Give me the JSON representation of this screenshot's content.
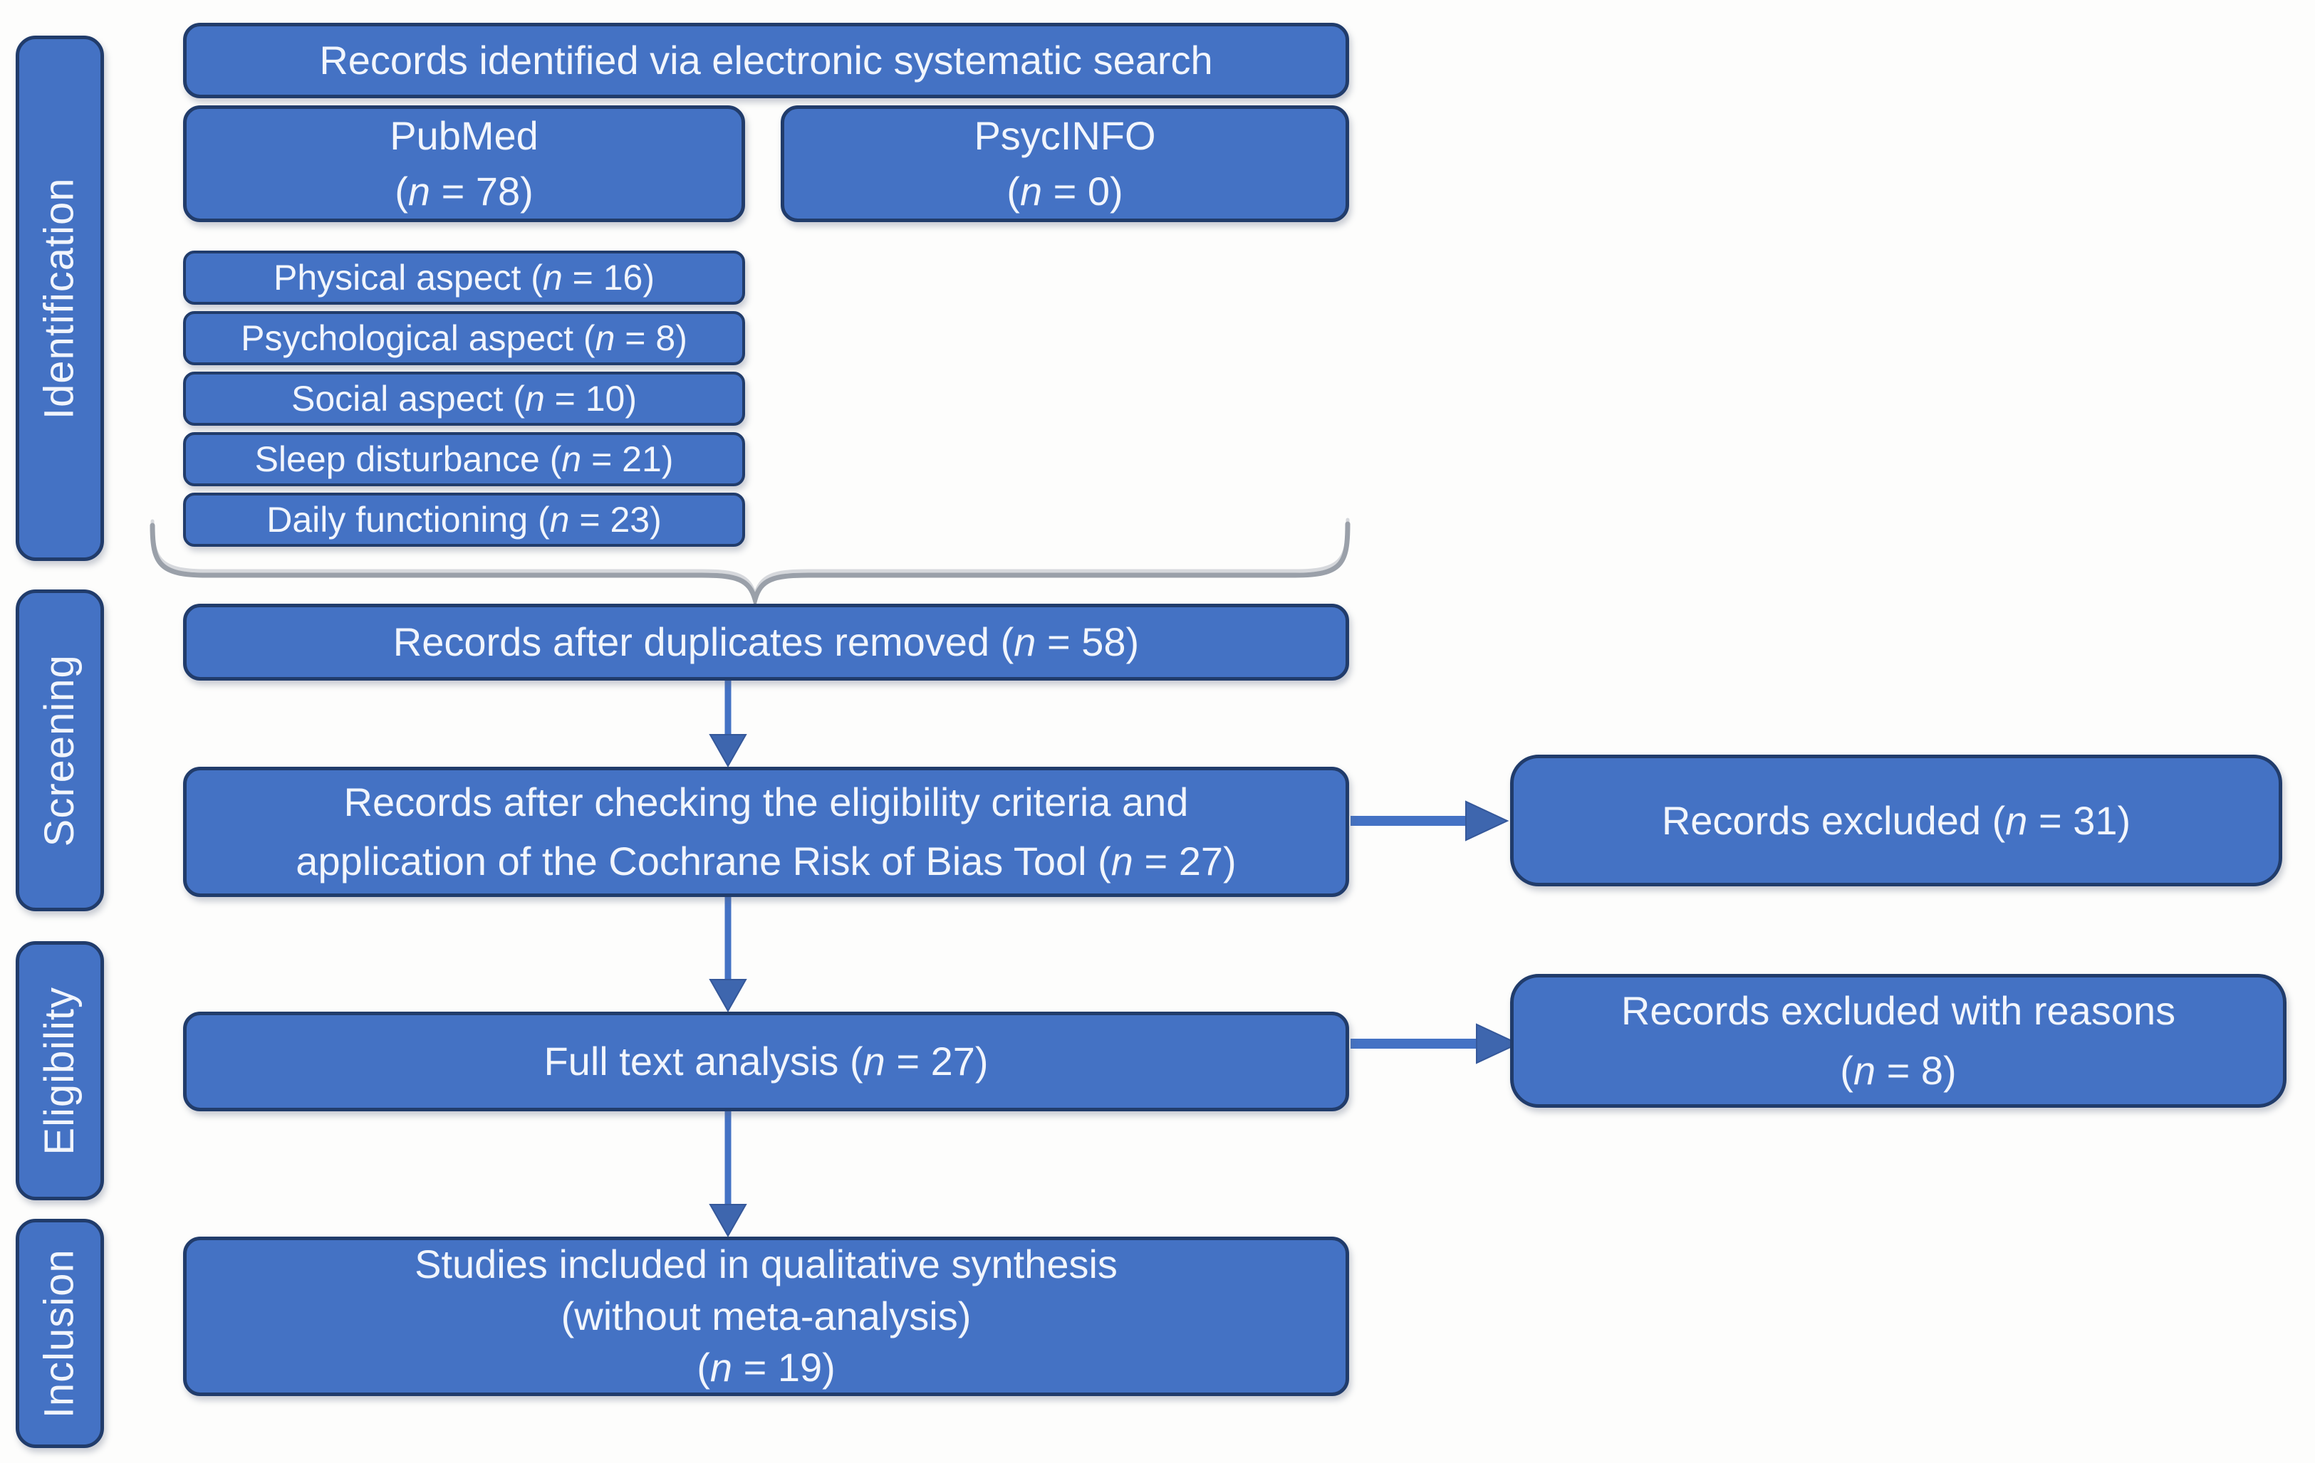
{
  "figure": {
    "kind": "PRISMA flow diagram",
    "colors": {
      "box_fill": "#4472C4",
      "box_border": "#213C6B",
      "text": "#F1F5FC",
      "arrow": "#4472C4",
      "brace": "#9AA0A9",
      "background": "#FDFDFC"
    }
  },
  "sidebar": {
    "items": [
      {
        "label": "Identification"
      },
      {
        "label": "Screening"
      },
      {
        "label": "Eligibility"
      },
      {
        "label": "Inclusion"
      }
    ]
  },
  "flow": {
    "identified": {
      "text": "Records identified via electronic systematic search"
    },
    "pubmed": {
      "line1": "PubMed",
      "pre": "(",
      "n": "n",
      "post": " = 78)"
    },
    "psycinfo": {
      "line1": "PsycINFO",
      "pre": "(",
      "n": "n",
      "post": " = 0)"
    },
    "aspects": [
      {
        "pre": "Physical aspect (",
        "n": "n",
        "post": " = 16)"
      },
      {
        "pre": "Psychological aspect (",
        "n": "n",
        "post": " = 8)"
      },
      {
        "pre": "Social aspect (",
        "n": "n",
        "post": " = 10)"
      },
      {
        "pre": "Sleep disturbance (",
        "n": "n",
        "post": " = 21)"
      },
      {
        "pre": "Daily functioning (",
        "n": "n",
        "post": " = 23)"
      }
    ],
    "duplicates": {
      "pre": "Records after duplicates removed (",
      "n": "n",
      "post": " = 58)"
    },
    "screened": {
      "line1": "Records after checking the eligibility criteria and",
      "pre": "application of the Cochrane Risk of Bias Tool (",
      "n": "n",
      "post": " = 27)"
    },
    "excluded": {
      "pre": "Records excluded (",
      "n": "n",
      "post": " = 31)"
    },
    "fulltext": {
      "pre": "Full text analysis (",
      "n": "n",
      "post": " = 27)"
    },
    "excluded_reasons": {
      "line1": "Records excluded with reasons",
      "pre": "(",
      "n": "n",
      "post": " = 8)"
    },
    "included": {
      "line1": "Studies included in qualitative synthesis",
      "line2": "(without meta-analysis)",
      "pre": "(",
      "n": "n",
      "post": " = 19)"
    }
  }
}
